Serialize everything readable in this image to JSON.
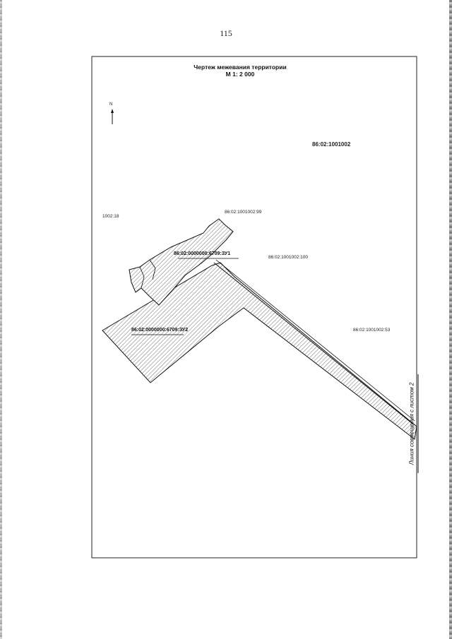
{
  "page": {
    "number": "115"
  },
  "drawing": {
    "title_line1": "Чертеж межевания территории",
    "title_line2": "М 1: 2 000",
    "north_arrow_letter": "N",
    "sheet_join_label": "Линия совмещения с листом 2"
  },
  "labels": {
    "cadastral_block": "86:02:1001002",
    "parcel_left": "1002:18",
    "parcel_99": "86:02:1001002:99",
    "parcel_100": "86:02:1001002:100",
    "parcel_53": "86:02:1001002:53",
    "zu1": "86:02:0000000:6709:ЗУ1",
    "zu2": "86:02:0000000:6709:ЗУ2"
  },
  "colors": {
    "ink": "#111111",
    "hatch": "#333333"
  },
  "icons": {
    "north_arrow": "north-arrow-icon"
  }
}
